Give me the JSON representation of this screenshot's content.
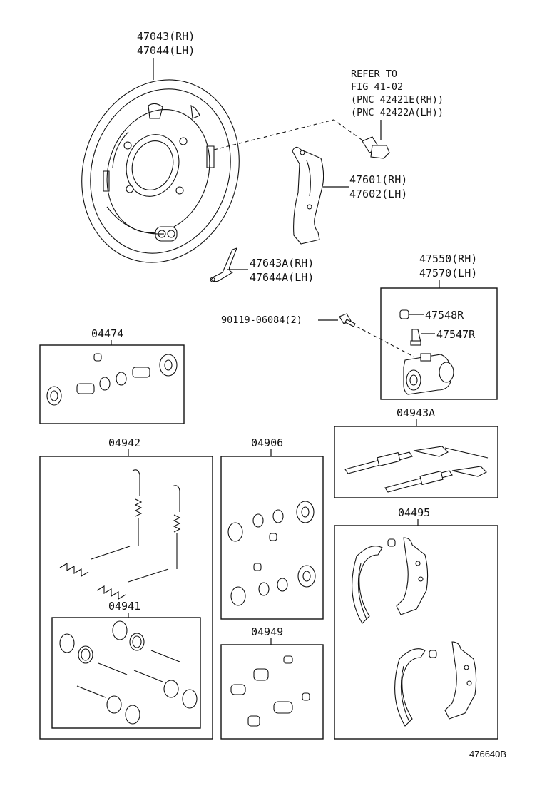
{
  "backing_plate": {
    "line1": "47043(RH)",
    "line2": "47044(LH)"
  },
  "refer": {
    "line1": "REFER TO",
    "line2": "FIG 41-02",
    "line3": "(PNC 42421E(RH))",
    "line4": "(PNC 42422A(LH))"
  },
  "lever": {
    "line1": "47601(RH)",
    "line2": "47602(LH)"
  },
  "strut": {
    "line1": "47643A(RH)",
    "line2": "47644A(LH)"
  },
  "wheel_cylinder": {
    "line1": "47550(RH)",
    "line2": "47570(LH)"
  },
  "bolt": "90119-06084(2)",
  "cap": "47548R",
  "bleeder": "47547R",
  "kit_04474": "04474",
  "kit_04943A": "04943A",
  "kit_04942": "04942",
  "kit_04906": "04906",
  "kit_04941": "04941",
  "kit_04949": "04949",
  "kit_04495": "04495",
  "diagram_code": "476640B"
}
